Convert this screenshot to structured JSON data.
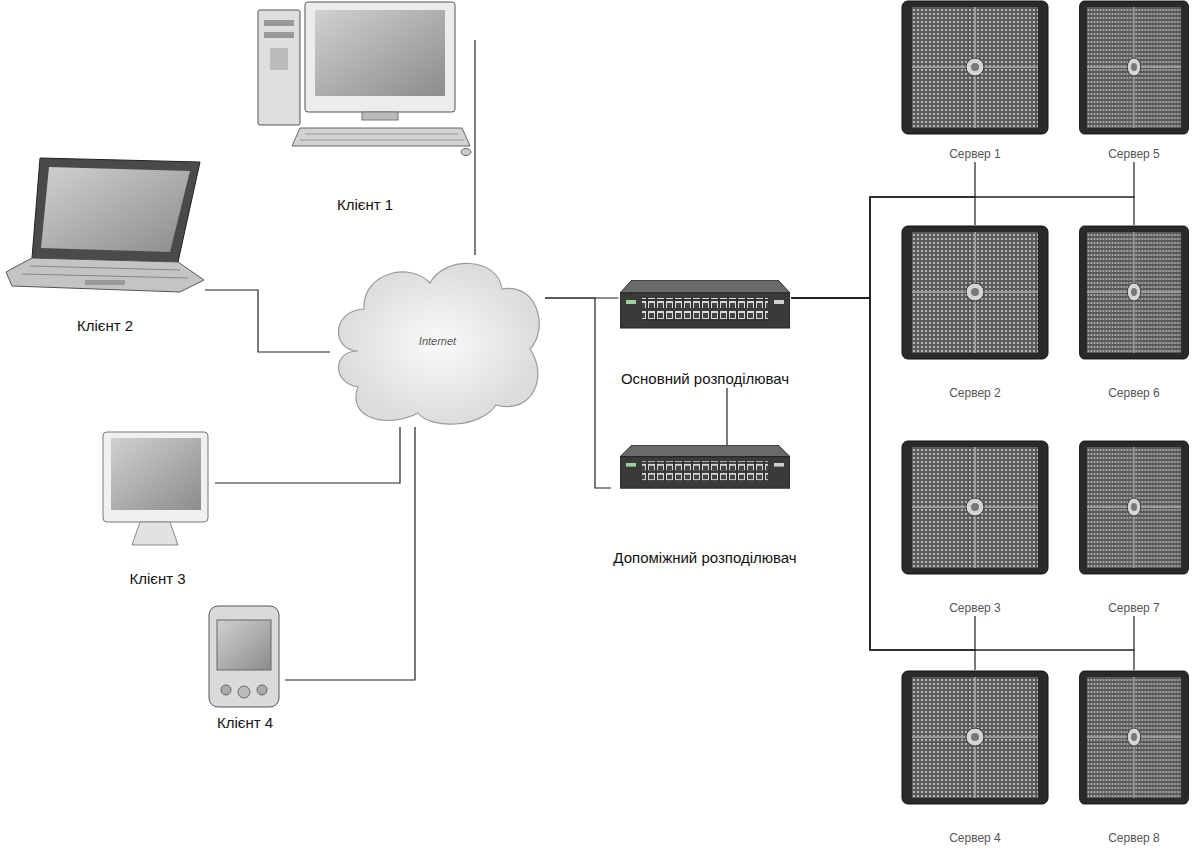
{
  "diagram": {
    "nodes": [
      {
        "text": [
          "Клієнт 1"
        ]
      },
      {
        "text": [
          "Клієнт 2"
        ]
      },
      {
        "text": [
          "Internet"
        ]
      },
      {
        "text": [
          "Клієнт 3"
        ]
      },
      {
        "text": [
          "Клієнт 4"
        ]
      },
      {
        "text": [
          "Основний розподілювач"
        ]
      },
      {
        "text": [
          "Допоміжний розподілювач"
        ]
      },
      {
        "text": [
          "Сервер 1"
        ]
      },
      {
        "text": [
          "Сервер 5"
        ]
      },
      {
        "text": [
          "Сервер 2"
        ]
      },
      {
        "text": [
          "Сервер 6"
        ]
      },
      {
        "text": [
          "Сервер 3"
        ]
      },
      {
        "text": [
          "Сервер 7"
        ]
      },
      {
        "text": [
          "Сервер 4"
        ]
      },
      {
        "text": [
          "Сервер 8"
        ]
      }
    ],
    "edges": [
      {
        "from": 0,
        "to": 2,
        "arrow": "none"
      },
      {
        "from": 1,
        "to": 2,
        "arrow": "none"
      },
      {
        "from": 3,
        "to": 2,
        "arrow": "none"
      },
      {
        "from": 4,
        "to": 2,
        "arrow": "none"
      },
      {
        "from": 2,
        "to": 5,
        "arrow": "none"
      },
      {
        "from": 2,
        "to": 6,
        "arrow": "none"
      },
      {
        "from": 5,
        "to": 6,
        "arrow": "none"
      },
      {
        "from": 5,
        "to": 7,
        "arrow": "none"
      },
      {
        "from": 5,
        "to": 8,
        "arrow": "none"
      },
      {
        "from": 5,
        "to": 9,
        "arrow": "none"
      },
      {
        "from": 5,
        "to": 10,
        "arrow": "none"
      },
      {
        "from": 5,
        "to": 11,
        "arrow": "none"
      },
      {
        "from": 5,
        "to": 12,
        "arrow": "none"
      },
      {
        "from": 5,
        "to": 13,
        "arrow": "none"
      },
      {
        "from": 5,
        "to": 14,
        "arrow": "none"
      }
    ]
  }
}
